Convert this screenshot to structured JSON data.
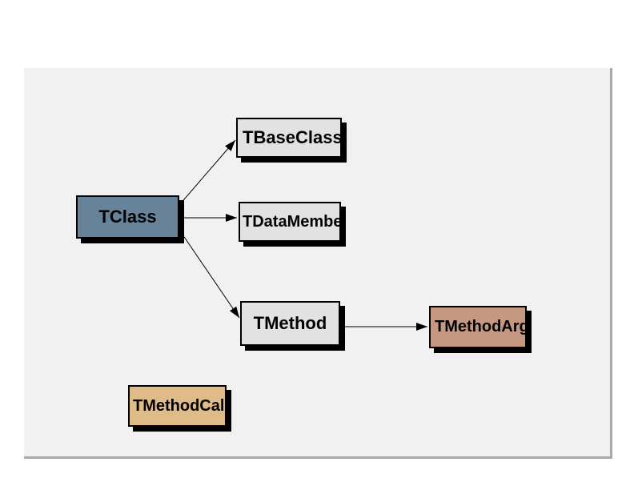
{
  "window": {
    "background_color": "#ffffff"
  },
  "panel": {
    "background_color": "#f1f1f1",
    "border_color": "#a9a9a9"
  },
  "diagram": {
    "type": "class-relationship-diagram",
    "edge_color": "#000000",
    "shadow_color": "#000000",
    "text_color": "#000000",
    "nodes": [
      {
        "id": "TClass",
        "label": "TClass",
        "fill": "#678399"
      },
      {
        "id": "TBaseClass",
        "label": "TBaseClass",
        "fill": "#e2e2e2"
      },
      {
        "id": "TDataMember",
        "label": "TDataMember",
        "fill": "#e2e2e2"
      },
      {
        "id": "TMethod",
        "label": "TMethod",
        "fill": "#e2e2e2"
      },
      {
        "id": "TMethodArg",
        "label": "TMethodArg",
        "fill": "#c69781"
      },
      {
        "id": "TMethodCall",
        "label": "TMethodCall",
        "fill": "#debb87"
      }
    ],
    "edges": [
      {
        "from": "TClass",
        "to": "TBaseClass"
      },
      {
        "from": "TClass",
        "to": "TDataMember"
      },
      {
        "from": "TClass",
        "to": "TMethod"
      },
      {
        "from": "TMethod",
        "to": "TMethodArg"
      }
    ]
  }
}
